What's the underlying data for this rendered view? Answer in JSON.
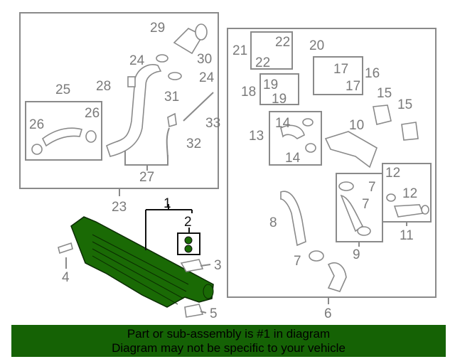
{
  "diagram": {
    "callouts": {
      "c1": "1",
      "c2": "2",
      "c3": "3",
      "c4": "4",
      "c5": "5",
      "c6": "6",
      "c7a": "7",
      "c7b": "7",
      "c7c": "7",
      "c8": "8",
      "c9": "9",
      "c10": "10",
      "c11": "11",
      "c12a": "12",
      "c12b": "12",
      "c13": "13",
      "c14a": "14",
      "c14b": "14",
      "c15a": "15",
      "c15b": "15",
      "c16": "16",
      "c17a": "17",
      "c17b": "17",
      "c18": "18",
      "c19a": "19",
      "c19b": "19",
      "c20": "20",
      "c21": "21",
      "c22a": "22",
      "c22b": "22",
      "c23": "23",
      "c24a": "24",
      "c24b": "24",
      "c25": "25",
      "c26a": "26",
      "c26b": "26",
      "c27": "27",
      "c28": "28",
      "c29": "29",
      "c30": "30",
      "c31": "31",
      "c32": "32",
      "c33": "33"
    },
    "highlight_color": "#1a6a05"
  },
  "banner": {
    "line1": "Part or sub-assembly is #1 in diagram",
    "line2": "Diagram may not be specific to your vehicle",
    "color": "#156205"
  }
}
